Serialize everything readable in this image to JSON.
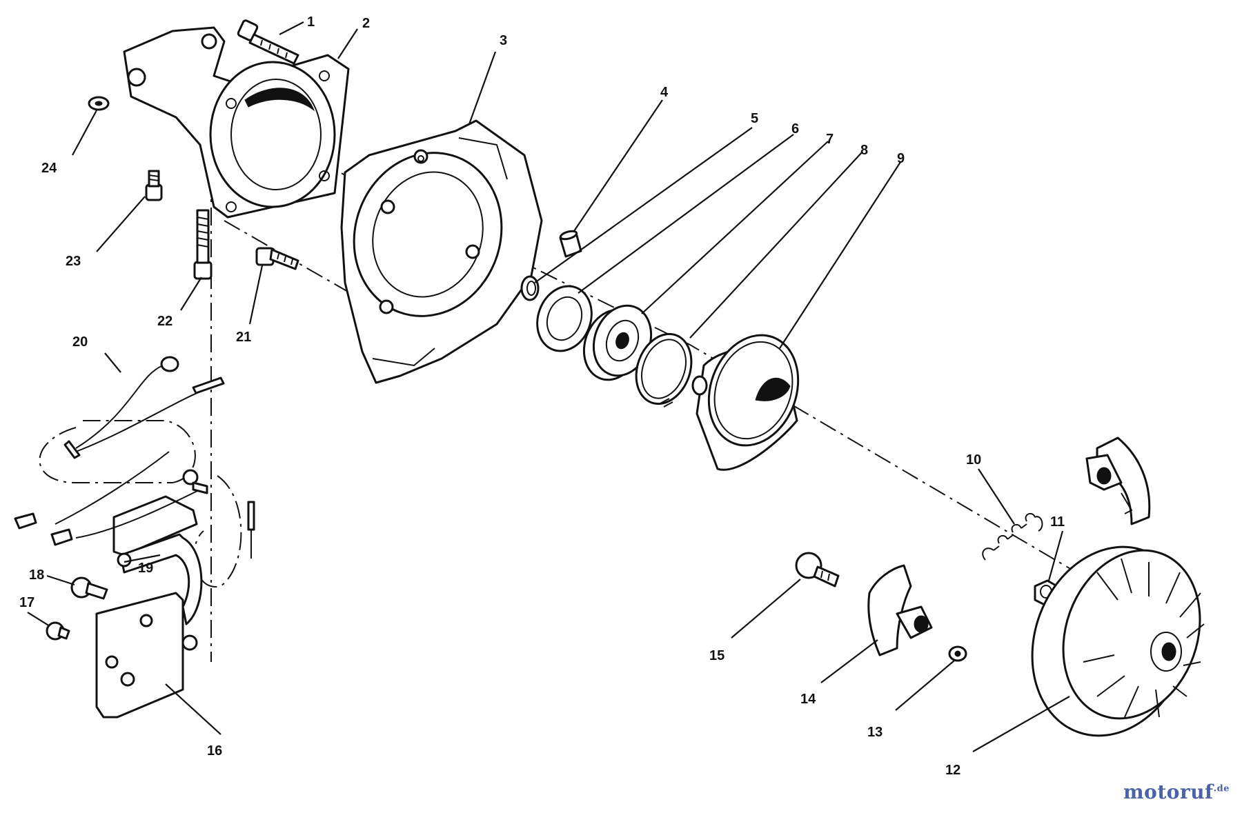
{
  "diagram": {
    "callouts": [
      {
        "id": "1",
        "label": "1"
      },
      {
        "id": "2",
        "label": "2"
      },
      {
        "id": "3",
        "label": "3"
      },
      {
        "id": "4",
        "label": "4"
      },
      {
        "id": "5",
        "label": "5"
      },
      {
        "id": "6",
        "label": "6"
      },
      {
        "id": "7",
        "label": "7"
      },
      {
        "id": "8",
        "label": "8"
      },
      {
        "id": "9",
        "label": "9"
      },
      {
        "id": "10",
        "label": "10"
      },
      {
        "id": "11",
        "label": "11"
      },
      {
        "id": "12",
        "label": "12"
      },
      {
        "id": "13",
        "label": "13"
      },
      {
        "id": "14",
        "label": "14"
      },
      {
        "id": "15",
        "label": "15"
      },
      {
        "id": "16",
        "label": "16"
      },
      {
        "id": "17",
        "label": "17"
      },
      {
        "id": "18",
        "label": "18"
      },
      {
        "id": "19",
        "label": "19"
      },
      {
        "id": "20",
        "label": "20"
      },
      {
        "id": "21",
        "label": "21"
      },
      {
        "id": "22",
        "label": "22"
      },
      {
        "id": "23",
        "label": "23"
      },
      {
        "id": "24",
        "label": "24"
      }
    ]
  },
  "watermark": {
    "name": "motoruf",
    "tld": ".de",
    "color": "#4a62a8"
  }
}
